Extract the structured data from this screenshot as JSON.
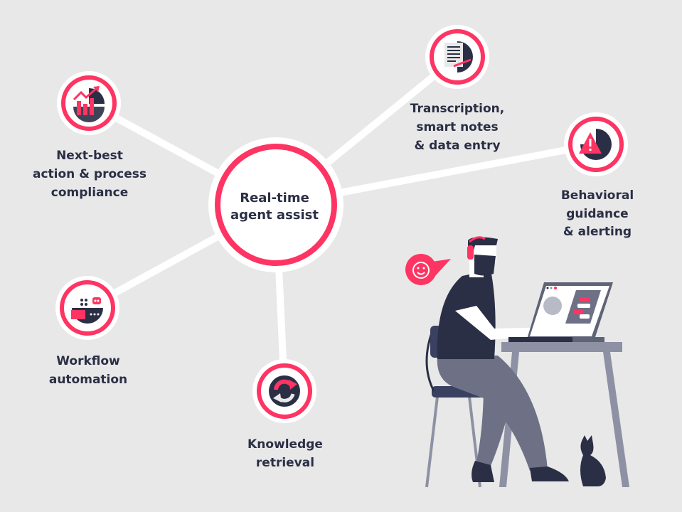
{
  "center": {
    "lines": [
      "Real-time",
      "agent assist"
    ]
  },
  "nodes": [
    {
      "id": "next-best",
      "icon": "chart-trend-icon",
      "lines": [
        "Next-best",
        "action & process",
        "compliance"
      ]
    },
    {
      "id": "transcription",
      "icon": "document-pen-icon",
      "lines": [
        "Transcription,",
        "smart notes",
        "& data entry"
      ]
    },
    {
      "id": "behavioral",
      "icon": "warning-triangle-icon",
      "lines": [
        "Behavioral",
        "guidance",
        "& alerting"
      ]
    },
    {
      "id": "workflow",
      "icon": "robot-laptop-icon",
      "lines": [
        "Workflow",
        "automation"
      ]
    },
    {
      "id": "knowledge",
      "icon": "refresh-arrows-icon",
      "lines": [
        "Knowledge",
        "retrieval"
      ]
    }
  ],
  "colors": {
    "background": "#e8e8e8",
    "accent": "#fe3463",
    "dark": "#2b2f45",
    "white": "#ffffff",
    "gray": "#8e91a4"
  }
}
